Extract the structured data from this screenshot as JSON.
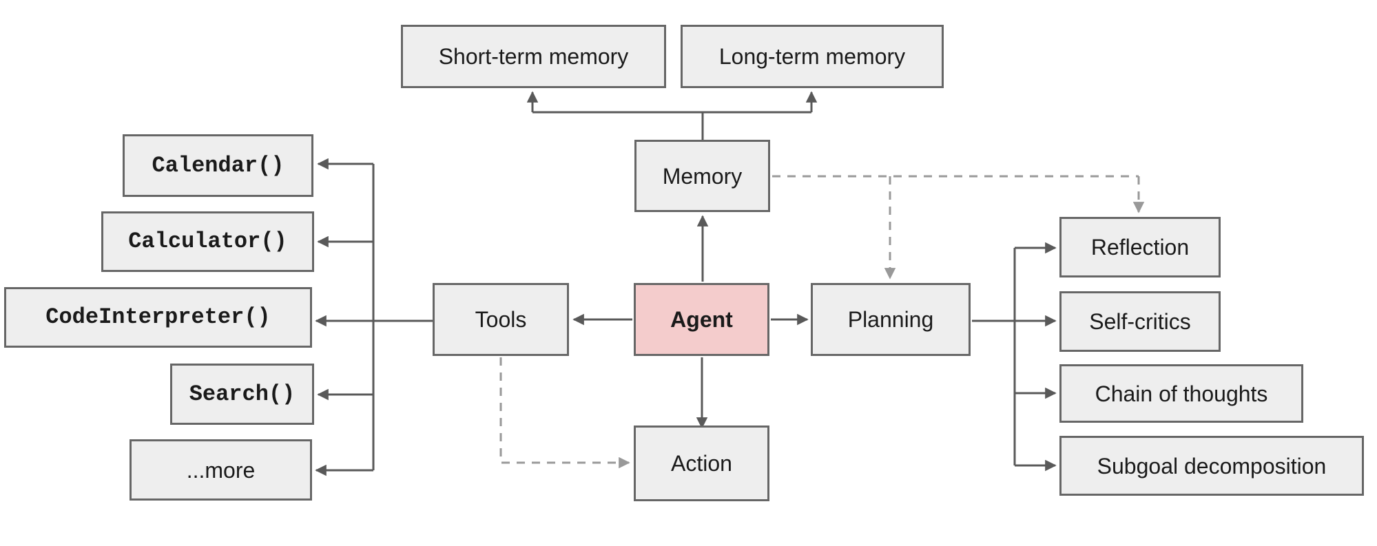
{
  "theme": {
    "box_fill": "#eeeeee",
    "box_border": "#666666",
    "agent_fill": "#f4cccc",
    "line": "#595959",
    "dashed_line": "#999999",
    "text": "#1a1a1a"
  },
  "nodes": {
    "agent": {
      "label": "Agent"
    },
    "memory": {
      "label": "Memory"
    },
    "tools": {
      "label": "Tools"
    },
    "planning": {
      "label": "Planning"
    },
    "action": {
      "label": "Action"
    },
    "short_term_memory": {
      "label": "Short-term memory"
    },
    "long_term_memory": {
      "label": "Long-term memory"
    }
  },
  "tool_items": [
    {
      "label": "Calendar()"
    },
    {
      "label": "Calculator()"
    },
    {
      "label": "CodeInterpreter()"
    },
    {
      "label": "Search()"
    },
    {
      "label": "...more"
    }
  ],
  "planning_items": [
    {
      "label": "Reflection"
    },
    {
      "label": "Self-critics"
    },
    {
      "label": "Chain of thoughts"
    },
    {
      "label": "Subgoal decomposition"
    }
  ]
}
